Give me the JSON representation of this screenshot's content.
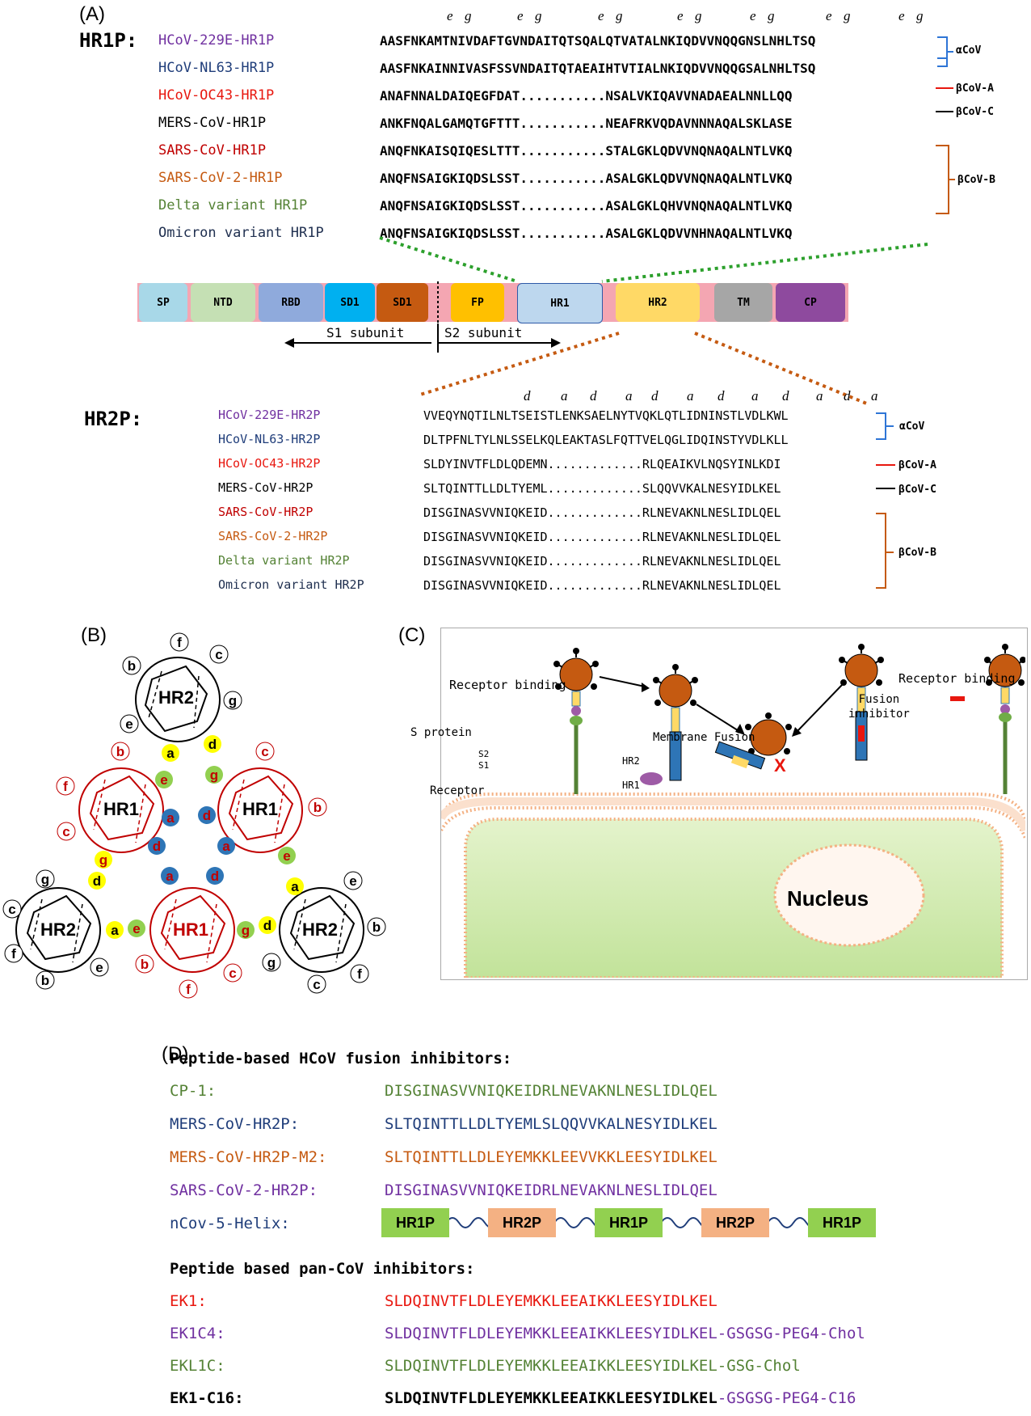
{
  "panelA": {
    "label": "(A)",
    "hr1_header": "HR1P:",
    "hr2_header": "HR2P:",
    "hr1_pos": [
      "e",
      "g",
      "e",
      "g",
      "e",
      "g",
      "e",
      "g",
      "e",
      "g",
      "e",
      "g",
      "e",
      "g"
    ],
    "hr2_pos": [
      "d",
      "a",
      "d",
      "a",
      "d",
      "a",
      "d",
      "a",
      "d",
      "a",
      "d",
      "a"
    ],
    "hr1_rows": [
      {
        "name": "HCoV-229E-HR1P",
        "color": "#7030a0",
        "seq": "AASFNKAMTNIVDAFTGVNDAITQTSQALQTVATALNKIQDVVNQQGNSLNHLTSQ"
      },
      {
        "name": "HCoV-NL63-HR1P",
        "color": "#1f3d7a",
        "seq": "AASFNKAINNIVASFSSVNDAITQTAEAIHTVTIALNKIQDVVNQQGSALNHLTSQ"
      },
      {
        "name": "HCoV-OC43-HR1P",
        "color": "#e8170f",
        "seq": "ANAFNNALDAIQEGFDAT...........NSALVKIQAVVNADAEALNNLLQQ"
      },
      {
        "name": "MERS-CoV-HR1P",
        "color": "#000000",
        "seq": "ANKFNQALGAMQTGFTTT...........NEAFRKVQDAVNNNAQALSKLASE"
      },
      {
        "name": "SARS-CoV-HR1P",
        "color": "#c00000",
        "seq": "ANQFNKAISQIQESLTTT...........STALGKLQDVVNQNAQALNTLVKQ"
      },
      {
        "name": "SARS-CoV-2-HR1P",
        "color": "#c55a11",
        "seq": "ANQFNSAIGKIQDSLSST...........ASALGKLQDVVNQNAQALNTLVKQ"
      },
      {
        "name": "Delta variant HR1P",
        "color": "#548235",
        "seq": "ANQFNSAIGKIQDSLSST...........ASALGKLQHVVNQNAQALNTLVKQ"
      },
      {
        "name": "Omicron variant HR1P",
        "color": "#203050",
        "seq": "ANQFNSAIGKIQDSLSST...........ASALGKLQDVVNHNAQALNTLVKQ"
      }
    ],
    "hr1_groups": [
      "αCoV",
      "βCoV-A",
      "βCoV-C",
      "βCoV-B"
    ],
    "domains": [
      {
        "name": "SP",
        "color": "#a8d8e8"
      },
      {
        "name": "NTD",
        "color": "#c5e0b4"
      },
      {
        "name": "RBD",
        "color": "#8faadc"
      },
      {
        "name": "SD1",
        "color": "#00b0f0"
      },
      {
        "name": "SD1",
        "color": "#c55a11"
      },
      {
        "name": "FP",
        "color": "#ffc000"
      },
      {
        "name": "HR1",
        "color": "#bdd7ee"
      },
      {
        "name": "HR2",
        "color": "#ffd966"
      },
      {
        "name": "TM",
        "color": "#a6a6a6"
      },
      {
        "name": "CP",
        "color": "#9e5ba6"
      }
    ],
    "s1_label": "S1 subunit",
    "s2_label": "S2 subunit",
    "hr2_rows": [
      {
        "name": "HCoV-229E-HR2P",
        "color": "#7030a0",
        "seq": "VVEQYNQTILNLTSEISTLENKSAELNYTVQKLQTLIDNINSTLVDLKWL"
      },
      {
        "name": "HCoV-NL63-HR2P",
        "color": "#1f3d7a",
        "seq": "DLTPFNLTYLNLSSELKQLEAKTASLFQTTVELQGLIDQINSTYVDLKLL"
      },
      {
        "name": "HCoV-OC43-HR2P",
        "color": "#e8170f",
        "seq": "SLDYINVTFLDLQDEMN.............RLQEAIKVLNQSYINLKDI"
      },
      {
        "name": "MERS-CoV-HR2P",
        "color": "#000000",
        "seq": "SLTQINTTLLDLTYEML.............SLQQVVKALNESYIDLKEL"
      },
      {
        "name": "SARS-CoV-HR2P",
        "color": "#c00000",
        "seq": "DISGINASVVNIQKEID.............RLNEVAKNLNESLIDLQEL"
      },
      {
        "name": "SARS-CoV-2-HR2P",
        "color": "#c55a11",
        "seq": "DISGINASVVNIQKEID.............RLNEVAKNLNESLIDLQEL"
      },
      {
        "name": "Delta variant HR2P",
        "color": "#548235",
        "seq": "DISGINASVVNIQKEID.............RLNEVAKNLNESLIDLQEL"
      },
      {
        "name": "Omicron variant HR2P",
        "color": "#203050",
        "seq": "DISGINASVVNIQKEID.............RLNEVAKNLNESLIDLQEL"
      }
    ]
  },
  "panelB": {
    "label": "(B)",
    "helix_labels": [
      "HR2",
      "HR1",
      "HR1",
      "HR2",
      "HR1",
      "HR2"
    ]
  },
  "panelC": {
    "label": "(C)",
    "receptor_binding_1": "Receptor binding",
    "receptor_binding_2": "Receptor binding",
    "fusion_inhibitor": "Fusion\ninhibitor",
    "membrane_fusion": "Membrane Fusion",
    "s_protein": "S protein",
    "s2": "S2",
    "s1": "S1",
    "receptor": "Receptor",
    "hr2": "HR2",
    "hr1": "HR1",
    "nucleus": "Nucleus",
    "x_mark": "X"
  },
  "panelD": {
    "label": "(D)",
    "title1": "Peptide-based HCoV fusion inhibitors:",
    "rows1": [
      {
        "name": "CP-1:",
        "seq": "DISGINASVVNIQKEIDRLNEVAKNLNESLIDLQEL",
        "color": "#548235"
      },
      {
        "name": "MERS-CoV-HR2P:",
        "seq": "SLTQINTTLLDLTYEMLSLQQVVKALNESYIDLKEL",
        "color": "#1f3d7a"
      },
      {
        "name": "MERS-CoV-HR2P-M2:",
        "seq": "SLTQINTTLLDLEYEMKKLEEVVKKLEESYIDLKEL",
        "color": "#c55a11"
      },
      {
        "name": "SARS-CoV-2-HR2P:",
        "seq": "DISGINASVVNIQKEIDRLNEVAKNLNESLIDLQEL",
        "color": "#7030a0"
      }
    ],
    "helix_name": "nCov-5-Helix:",
    "helix_boxes": [
      "HR1P",
      "HR2P",
      "HR1P",
      "HR2P",
      "HR1P"
    ],
    "title2": "Peptide based pan-CoV inhibitors:",
    "rows2": [
      {
        "name": "EK1:",
        "seq": "SLDQINVTFLDLEYEMKKLEEAIKKLEESYIDLKEL",
        "color": "#e8170f"
      },
      {
        "name": "EK1C4:",
        "seq": "SLDQINVTFLDLEYEMKKLEEAIKKLEESYIDLKEL-GSGSG-PEG4-Chol",
        "color": "#7030a0"
      },
      {
        "name": "EKL1C:",
        "seq": "SLDQINVTFLDLEYEMKKLEEAIKKLEESYIDLKEL-GSG-Chol",
        "color": "#548235"
      }
    ],
    "ek1c16_name": "EK1-C16:",
    "ek1c16_seq": "SLDQINVTFLDLEYEMKKLEEAIKKLEESYIDLKEL",
    "ek1c16_tail": "-GSGSG-PEG4-C16"
  }
}
